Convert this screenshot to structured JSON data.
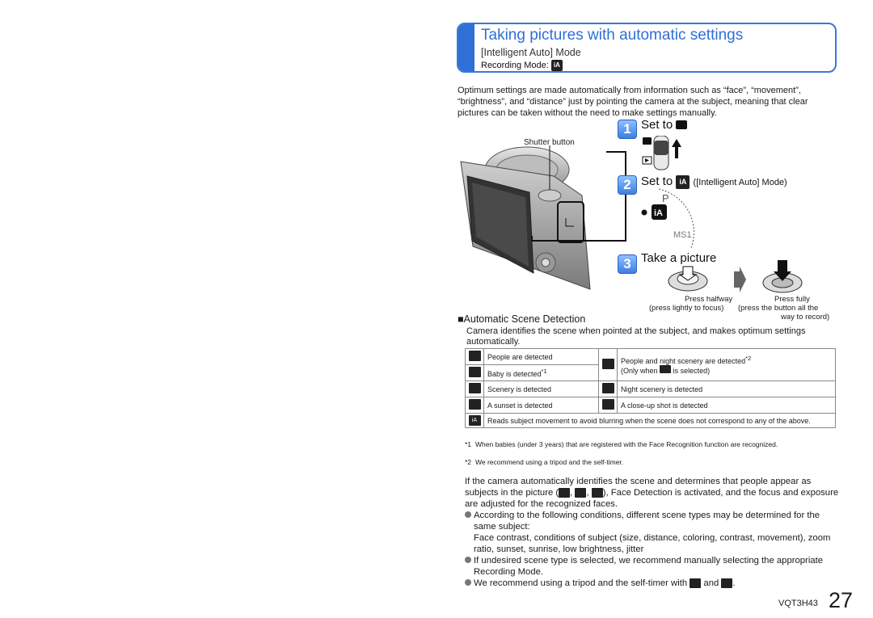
{
  "header": {
    "title": "Taking pictures with automatic settings",
    "subtitle": "[Intelligent Auto] Mode",
    "recording_mode": "Recording Mode:",
    "mode_icon": "iA"
  },
  "intro": "Optimum settings are made automatically from information such as “face”, “movement”, “brightness”, and “distance” just by pointing the camera at the subject, meaning that clear pictures can be taken without the need to make settings manually.",
  "camera": {
    "shutter_label": "Shutter button"
  },
  "steps": [
    {
      "num": "1",
      "text": "Set to"
    },
    {
      "num": "2",
      "text": "Set to",
      "suffix": "([Intelligent Auto] Mode)"
    },
    {
      "num": "3",
      "text": "Take a picture"
    }
  ],
  "press": {
    "halfway_1": "Press halfway",
    "halfway_2": "(press lightly to focus)",
    "fully_1": "Press fully",
    "fully_2": "(press the button all the",
    "fully_3": "way to record)"
  },
  "section_title": "■Automatic Scene Detection",
  "section_desc": "Camera identifies the scene when pointed at the subject, and makes optimum settings automatically.",
  "scenes": {
    "people": "People are detected",
    "baby": "Baby is detected",
    "baby_mark": "*1",
    "night_people": "People and night scenery are detected",
    "night_people_mark": "*2",
    "only_when": "(Only when",
    "is_selected": "is selected)",
    "scenery": "Scenery is detected",
    "night_scenery": "Night scenery is detected",
    "sunset": "A sunset is detected",
    "closeup": "A close-up shot is detected",
    "ia_desc": "Reads subject movement to avoid blurring when the scene does not correspond to any of the above."
  },
  "notes": {
    "n1_mark": "*1",
    "n1": "When babies (under 3 years) that are registered with the Face Recognition function are recognized.",
    "n2_mark": "*2",
    "n2": "We recommend using a tripod and the self-timer."
  },
  "body": {
    "p1a": "If the camera automatically identifies the scene and determines that people appear as subjects in the picture (",
    "p1b": "), Face Detection is activated, and the focus and exposure are adjusted for the recognized faces.",
    "b1": "According to the following conditions, different scene types may be determined for the same subject:",
    "b1_detail": "Face contrast, conditions of subject (size, distance, coloring, contrast, movement), zoom ratio, sunset, sunrise, low brightness, jitter",
    "b2": "If undesired scene type is selected, we recommend manually selecting the appropriate Recording Mode.",
    "b3a": "We recommend using a tripod and the self-timer with",
    "b3b": "and",
    "b3c": "."
  },
  "footer": {
    "code": "VQT3H43",
    "page": "27"
  },
  "colors": {
    "accent": "#2f6fd6"
  }
}
